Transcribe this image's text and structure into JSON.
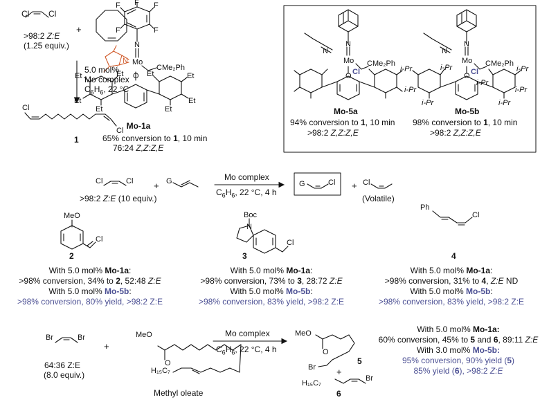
{
  "top": {
    "dce_label": ">98:2",
    "dce_ze": "Z:E",
    "dce_equiv": "(1.25 equiv.)",
    "plus": "+",
    "cond1": "5.0 mol%",
    "cond2": "Mo complex",
    "cond3_a": "C",
    "cond3_sub": "6",
    "cond3_b": "H",
    "cond3_c": ", 22 °C",
    "product_num": "1"
  },
  "catalysts": {
    "mo1a": {
      "name": "Mo-1a",
      "line1_a": "65% conversion to ",
      "line1_b": "1",
      "line1_c": ", 10 min",
      "line2_a": "76:24 ",
      "line2_b": "Z,Z:Z,E"
    },
    "mo5a": {
      "name": "Mo-5a",
      "line1_a": "94% conversion to ",
      "line1_b": "1",
      "line1_c": ", 10 min",
      "line2_a": ">98:2 ",
      "line2_b": "Z,Z:Z,E"
    },
    "mo5b": {
      "name": "Mo-5b",
      "line1_a": "98% conversion to ",
      "line1_b": "1",
      "line1_c": ", 10 min",
      "line2_a": ">98:2 ",
      "line2_b": "Z,Z:Z,E"
    }
  },
  "atoms": {
    "cl": "Cl",
    "mo": "Mo",
    "n": "N",
    "o": "O",
    "f": "F",
    "et": "Et",
    "ipr": "i-Pr",
    "cme2ph": "CMe₂Ph",
    "br": "Br",
    "g": "G",
    "meo": "MeO",
    "boc": "Boc",
    "ph": "Ph",
    "h15c7": "H₁₅C₇"
  },
  "middle": {
    "dce_a": ">98:2 ",
    "dce_b": "Z:E",
    "dce_c": " (10 equiv.)",
    "plus": "+",
    "cond1": "Mo complex",
    "cond2_a": "C",
    "cond2_sub": "6",
    "cond2_b": "H",
    "cond2_sub2": "6",
    "cond2_c": ", 22 °C, 4 h",
    "volatile": "(Volatile)"
  },
  "products": [
    {
      "num": "2",
      "l1_a": "With 5.0 mol% ",
      "l1_b": "Mo-1a",
      "l1_c": ":",
      "l2_a": ">98% conversion, 34% to ",
      "l2_b": "2",
      "l2_c": ", 52:48 ",
      "l2_d": "Z:E",
      "l3_a": "With 5.0 mol% ",
      "l3_b": "Mo-5b",
      "l3_c": ":",
      "l4": ">98% conversion, 80% yield, >98:2 Z:E"
    },
    {
      "num": "3",
      "l1_a": "With 5.0 mol% ",
      "l1_b": "Mo-1a",
      "l1_c": ":",
      "l2_a": ">98% conversion, 73% to ",
      "l2_b": "3",
      "l2_c": ", 28:72 ",
      "l2_d": "Z:E",
      "l3_a": "With 5.0 mol% ",
      "l3_b": "Mo-5b",
      "l3_c": ":",
      "l4": ">98% conversion, 83% yield, >98:2 Z:E"
    },
    {
      "num": "4",
      "l1_a": "With 5.0 mol% ",
      "l1_b": "Mo-1a",
      "l1_c": ":",
      "l2_a": ">98% conversion, 31% to ",
      "l2_b": "4",
      "l2_c": ", ",
      "l2_d": "Z:E",
      "l2_e": " ND",
      "l3_a": "With 5.0 mol% ",
      "l3_b": "Mo-5b",
      "l3_c": ":",
      "l4": ">98% conversion, 83% yield, >98:2 Z:E"
    }
  ],
  "bottom": {
    "dbe_ratio": "64:36 Z:E",
    "dbe_equiv": "(8.0 equiv.)",
    "plus": "+",
    "oleate": "Methyl oleate",
    "cond1": "Mo complex",
    "cond2_a": "C",
    "cond2_sub": "6",
    "cond2_b": "H",
    "cond2_sub2": "6",
    "cond2_c": ", 22 °C, 4 h",
    "p5": "5",
    "p6": "6",
    "plus2": "+",
    "r1_a": "With 5.0 mol% ",
    "r1_b": "Mo-1a:",
    "r2_a": "60% conversion, 45% to ",
    "r2_b": "5",
    "r2_c": " and ",
    "r2_d": "6",
    "r2_e": ", 89:11 ",
    "r2_f": "Z:E",
    "r3_a": "With 3.0 mol% ",
    "r3_b": "Mo-5b:",
    "r4_a": "95% conversion, 90% yield (",
    "r4_b": "5",
    "r4_c": ")",
    "r5_a": "85% yield (",
    "r5_b": "6",
    "r5_c": "), >98:2 ",
    "r5_d": "Z:E"
  },
  "colors": {
    "accent": "#4b4f93",
    "pyrrole": "#d05a2a",
    "ink": "#111111"
  }
}
